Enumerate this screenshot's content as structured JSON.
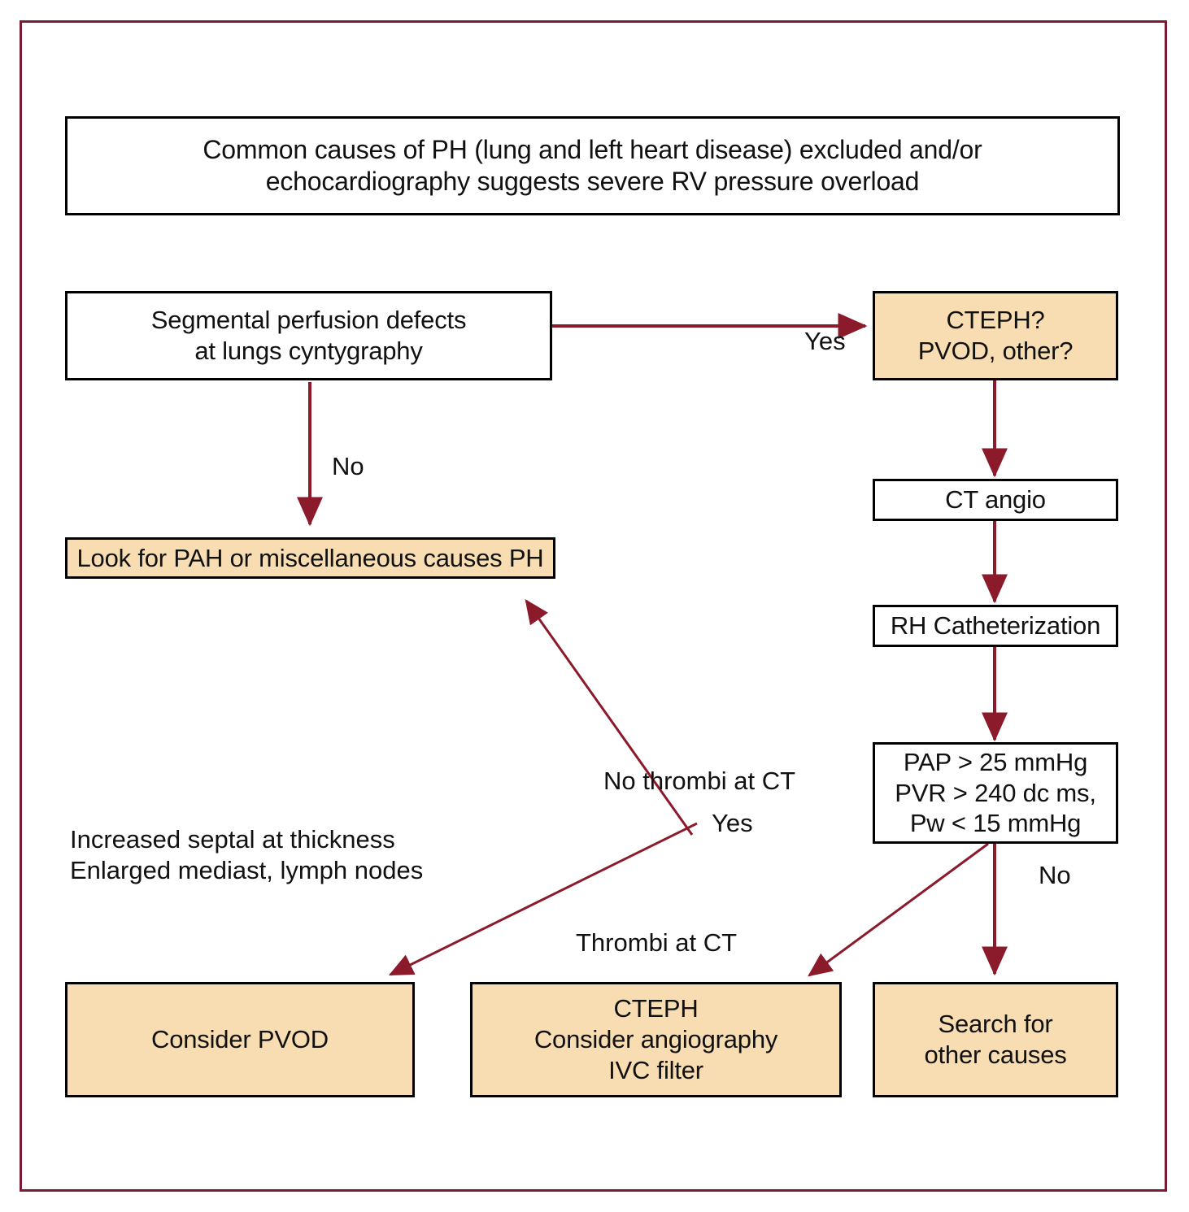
{
  "diagram": {
    "title_block": {
      "text": "Common causes of PH (lung and left heart disease) excluded and/or\necho­cardiography suggests severe RV pressure overload"
    },
    "colors": {
      "frame_border": "#7a1c33",
      "arrow": "#8b1a2b",
      "node_fill_tan": "#f7ddb1",
      "node_fill_white": "#ffffff",
      "node_border": "#000000",
      "text": "#111111"
    },
    "nodes": [
      {
        "id": "start",
        "label": "Common causes of PH (lung and left heart disease) excluded and/or\necho­cardiography suggests severe RV pressure overload",
        "fill": "white"
      },
      {
        "id": "segmental",
        "label": "Segmental perfusion defects\nat lungs cyntygraphy",
        "fill": "white"
      },
      {
        "id": "cteph-q",
        "label": "CTEPH?\nPVOD, other?",
        "fill": "tan"
      },
      {
        "id": "look-pah",
        "label": "Look for PAH or miscellaneous causes PH",
        "fill": "tan"
      },
      {
        "id": "ct-angio",
        "label": "CT angio",
        "fill": "white"
      },
      {
        "id": "rh-cath",
        "label": "RH Catheterization",
        "fill": "white"
      },
      {
        "id": "pap-criteria",
        "label": "PAP > 25 mmHg\nPVR > 240 dc ms,\nPw < 15 mmHg",
        "fill": "white"
      },
      {
        "id": "consider-pvod",
        "label": "Consider PVOD",
        "fill": "tan"
      },
      {
        "id": "cteph-result",
        "label": "CTEPH\nConsider angiography\nIVC filter",
        "fill": "tan"
      },
      {
        "id": "search-other",
        "label": "Search for\nother causes",
        "fill": "tan"
      }
    ],
    "edge_labels": [
      {
        "id": "yes-segmental",
        "text": "Yes"
      },
      {
        "id": "no-segmental",
        "text": "No"
      },
      {
        "id": "no-thrombi-ct",
        "text": "No thrombi at CT"
      },
      {
        "id": "yes-pvod",
        "text": "Yes"
      },
      {
        "id": "thrombi-at-ct",
        "text": "Thrombi at CT"
      },
      {
        "id": "no-pap",
        "text": "No"
      }
    ],
    "annotations": [
      {
        "id": "pvod-findings",
        "text": "Increased septal at thickness\nEnlarged mediast, lymph nodes"
      }
    ]
  }
}
